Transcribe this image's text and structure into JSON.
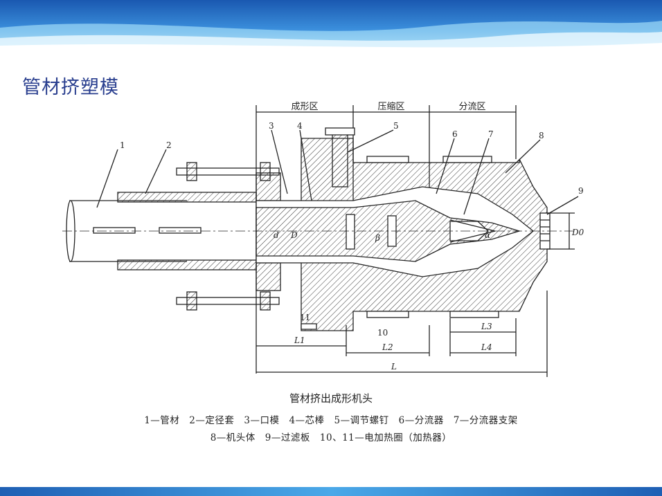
{
  "slide": {
    "title": "管材挤塑模"
  },
  "diagram": {
    "zones": [
      "成形区",
      "压缩区",
      "分流区"
    ],
    "part_numbers": [
      "1",
      "2",
      "3",
      "4",
      "5",
      "6",
      "7",
      "8",
      "9",
      "10",
      "11"
    ],
    "dimension_labels": {
      "d": "d",
      "D": "D",
      "beta": "β",
      "alpha": "α",
      "D0": "D0",
      "L1": "L1",
      "L2": "L2",
      "L3": "L3",
      "L4": "L4",
      "L": "L"
    }
  },
  "caption": {
    "title": "管材挤出成形机头",
    "line1": "1—管材　2—定径套　3—口模　4—芯棒　5—调节螺钉　6—分流器　7—分流器支架",
    "line2": "8—机头体　9—过滤板　10、11—电加热圈（加热器）"
  },
  "colors": {
    "title": "#2a3f8f",
    "banner_dark": "#1e5fb4",
    "banner_light": "#8fd0f5"
  }
}
